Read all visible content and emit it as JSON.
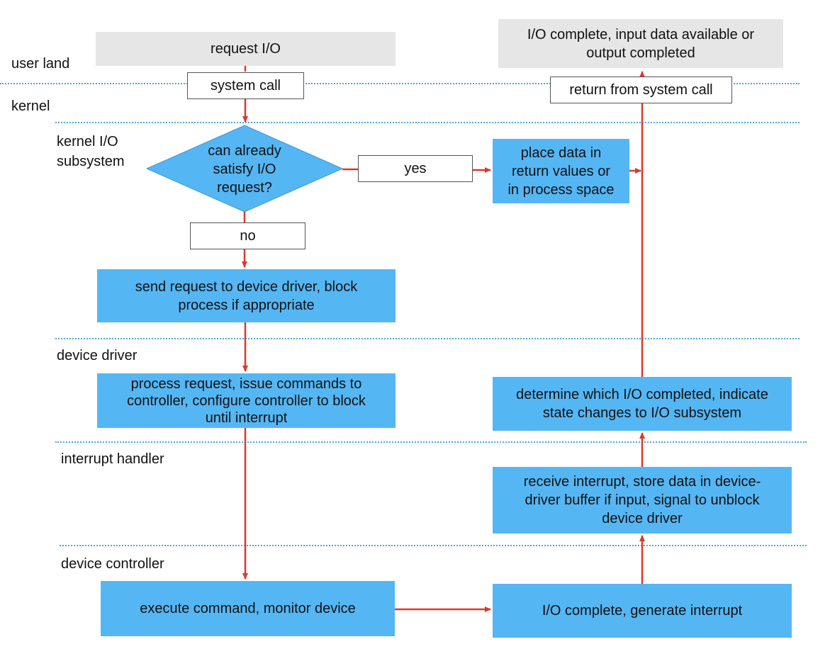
{
  "layers": {
    "user_land": "user land",
    "kernel": "kernel",
    "kernel_io_line1": "kernel I/O",
    "kernel_io_line2": "subsystem",
    "device_driver": "device driver",
    "interrupt_handler": "interrupt handler",
    "device_controller": "device controller"
  },
  "nodes": {
    "request_io": "request I/O",
    "system_call": "system call",
    "decision_line1": "can already",
    "decision_line2": "satisfy I/O",
    "decision_line3": "request?",
    "yes": "yes",
    "no": "no",
    "place_data_line1": "place data in",
    "place_data_line2": "return values or",
    "place_data_line3": "in process space",
    "send_request_line1": "send request to device driver, block",
    "send_request_line2": "process if appropriate",
    "process_request_line1": "process request, issue commands to",
    "process_request_line2": "controller, configure controller to block",
    "process_request_line3": "until interrupt",
    "execute_command": "execute command, monitor device",
    "io_complete_interrupt": "I/O complete, generate interrupt",
    "receive_interrupt_line1": "receive interrupt, store data in device-",
    "receive_interrupt_line2": "driver buffer if input, signal to unblock",
    "receive_interrupt_line3": "device driver",
    "determine_line1": "determine which I/O completed, indicate",
    "determine_line2": "state changes to I/O subsystem",
    "return_syscall": "return from system call",
    "io_complete_line1": "I/O complete, input data available or",
    "io_complete_line2": "output completed"
  },
  "colors": {
    "process_box": "#55b6f4",
    "endpoint_box": "#e6e6e6",
    "arrow": "#d9392b",
    "divider": "#4aa8d8"
  }
}
